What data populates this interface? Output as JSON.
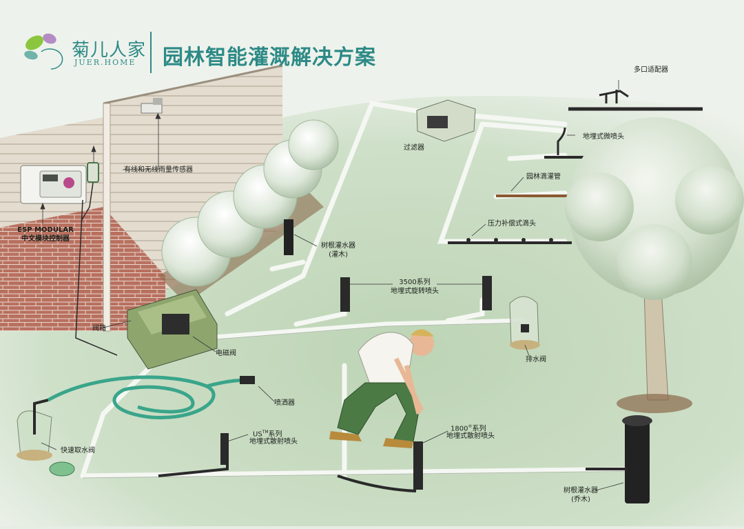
{
  "brand": {
    "name_cn": "菊儿人家",
    "name_en": "JUER.HOME"
  },
  "title": "园林智能灌溉解决方案",
  "labels": {
    "multi_outlet_adapter": "多口适配器",
    "filter": "过滤器",
    "buried_micro_spray": "地埋式微喷头",
    "drip_tube": "园林滴灌管",
    "pressure_comp_dripper": "压力补偿式滴头",
    "rain_sensor": "有线和无线雨量传感器",
    "controller_line1": "ESP MODULAR",
    "controller_line2": "中文模块控制器",
    "root_irrigator_shrub_line1": "树根灌水器",
    "root_irrigator_shrub_line2": "(灌木)",
    "rotor_3500_line1": "3500系列",
    "rotor_3500_line2": "地埋式旋转喷头",
    "valve_box": "阀箱",
    "solenoid_valve": "电磁阀",
    "drain_valve": "排水阀",
    "sprayer": "喷洒器",
    "quick_coupling_valve": "快速取水阀",
    "us_series_line1": "US",
    "us_series_tm": "TM",
    "us_series_line1_suffix": "系列",
    "us_series_line2": "地埋式散射喷头",
    "series_1800_line1": "1800",
    "series_1800_reg": "®",
    "series_1800_line1_suffix": "系列",
    "series_1800_line2": "地埋式散射喷头",
    "root_irrigator_tree_line1": "树根灌水器",
    "root_irrigator_tree_line2": "(乔木)"
  },
  "colors": {
    "brand_teal": "#2d8a86",
    "lawn": "#c9dcc2",
    "pipe": "#f4f6f2",
    "shrub": "#dfe8dc",
    "brick": "#b46a5c",
    "siding": "#ddd5c9",
    "hose": "#3aa58a"
  }
}
